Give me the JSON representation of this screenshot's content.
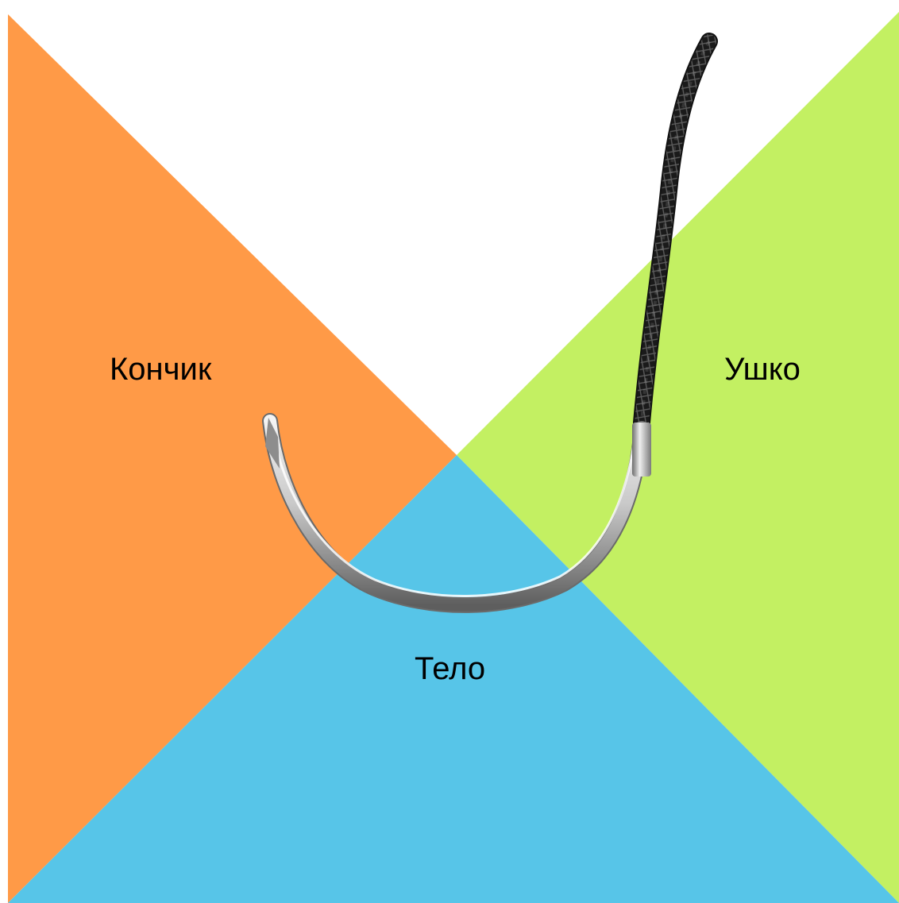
{
  "labels": {
    "tip": "Кончик",
    "body": "Тело",
    "eye": "Ушко"
  },
  "colors": {
    "tip_region": "#ff9a47",
    "eye_region": "#c3f062",
    "body_region": "#57c5e8",
    "background": "#ffffff",
    "thread": "#1c1c1c",
    "needle_light": "#f2f2f2",
    "needle_mid": "#a8a8a8",
    "needle_dark": "#5a5a5a"
  },
  "icons": {
    "needle": "curved-suture-needle",
    "thread": "braided-thread"
  }
}
